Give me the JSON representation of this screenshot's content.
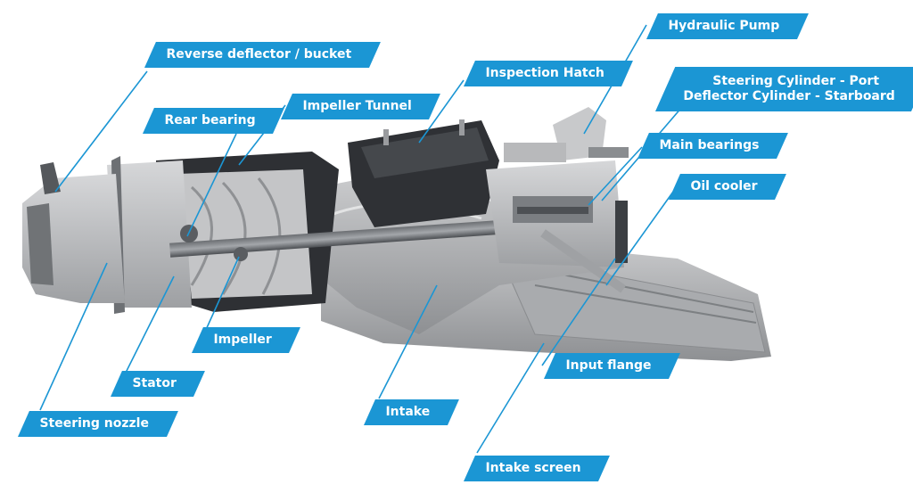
{
  "labels": {
    "reverse_deflector": "Reverse deflector / bucket",
    "rear_bearing": "Rear bearing",
    "impeller_tunnel": "Impeller Tunnel",
    "inspection_hatch": "Inspection Hatch",
    "hydraulic_pump": "Hydraulic Pump",
    "steering_cylinder": "Steering Cylinder - Port",
    "deflector_cylinder": "Deflector Cylinder - Starboard",
    "main_bearings": "Main bearings",
    "oil_cooler": "Oil cooler",
    "input_flange": "Input flange",
    "impeller": "Impeller",
    "stator": "Stator",
    "steering_nozzle": "Steering nozzle",
    "intake": "Intake",
    "intake_screen": "Intake screen"
  },
  "colors": {
    "label_bg": "#1b96d4",
    "leader_line": "#1b96d4",
    "body_grey": "#b9babc",
    "dark_housing": "#3a3c40"
  }
}
